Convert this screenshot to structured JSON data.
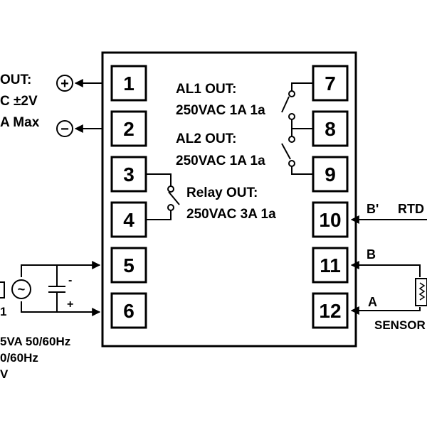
{
  "terminals": [
    "1",
    "2",
    "3",
    "4",
    "5",
    "6",
    "7",
    "8",
    "9",
    "10",
    "11",
    "12"
  ],
  "left_labels": {
    "out_line1": "OUT:",
    "out_line2": "C ±2V",
    "out_line3": "A Max",
    "power_line1": "5VA 50/60Hz",
    "power_line2": "0/60Hz",
    "power_line3": "V",
    "fuse_char": "1"
  },
  "alarm": {
    "al1_title": "AL1 OUT:",
    "al1_rating": "250VAC 1A 1a",
    "al2_title": "AL2 OUT:",
    "al2_rating": "250VAC 1A 1a"
  },
  "relay": {
    "title": "Relay OUT:",
    "rating": "250VAC 3A 1a"
  },
  "sensor": {
    "b_prime": "B'",
    "b": "B",
    "a": "A",
    "rtd": "RTD",
    "sensor_label": "SENSOR"
  },
  "polarity": {
    "plus_symbol": "+",
    "minus_symbol": "−",
    "cap_minus": "-",
    "cap_plus": "+",
    "ac_symbol": "~"
  }
}
